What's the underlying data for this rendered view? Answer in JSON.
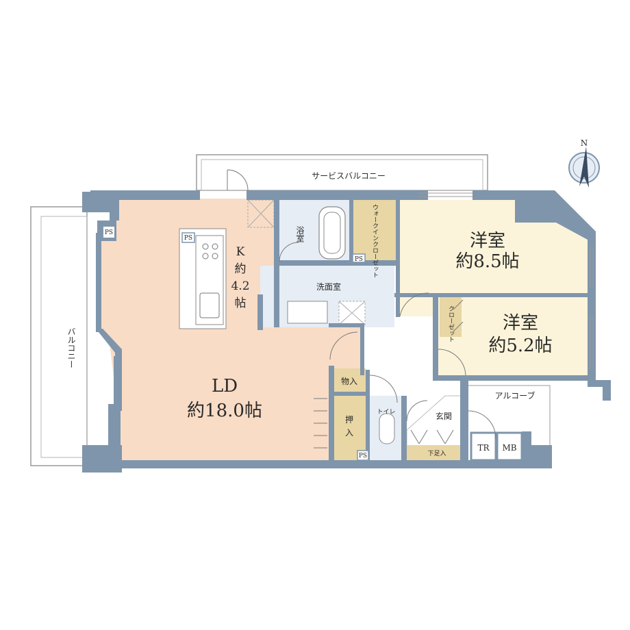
{
  "rooms": {
    "service_balcony": "サービスバルコニー",
    "balcony": "バルコニー",
    "bath": "浴室",
    "walkin_closet": "ウォークインクローゼット",
    "washroom": "洗面室",
    "western1_name": "洋室",
    "western1_size": "約8.5帖",
    "western2_name": "洋室",
    "western2_size": "約5.2帖",
    "closet": "クローゼット",
    "kitchen_k": "K",
    "kitchen_size1": "約",
    "kitchen_size2": "4.2",
    "kitchen_size3": "帖",
    "ld_name": "LD",
    "ld_size": "約18.0帖",
    "storage": "物入",
    "oshiire1": "押",
    "oshiire2": "入",
    "toilet": "トイレ",
    "entrance": "玄関",
    "shoe_storage": "下足入",
    "alcove": "アルコーブ",
    "tr": "TR",
    "mb": "MB",
    "ps": "PS",
    "north": "N"
  },
  "colors": {
    "ld": "#f8dcc6",
    "bedroom": "#fbf4da",
    "wet": "#e6edf5",
    "storage": "#e8d6a4",
    "wall": "#7f95ab",
    "outline": "#9a9a9a"
  }
}
